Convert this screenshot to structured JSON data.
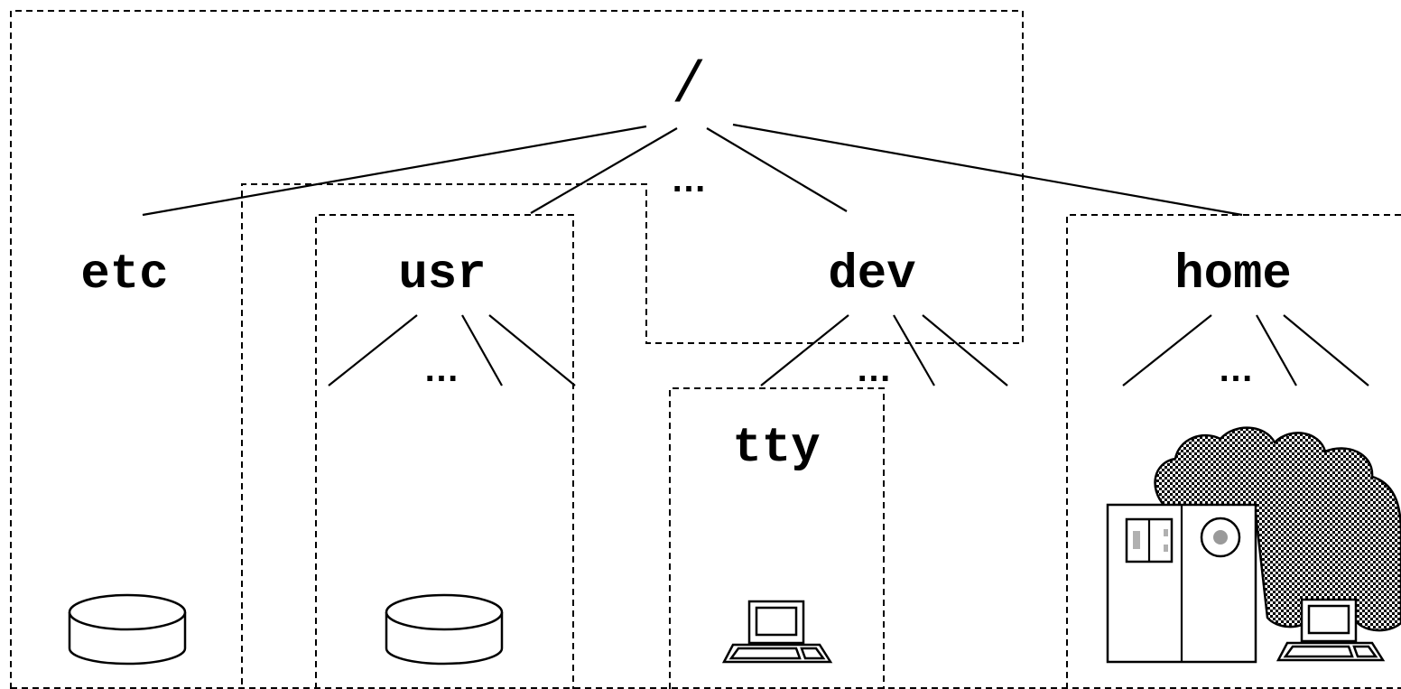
{
  "tree": {
    "root": "/",
    "root_ellipsis": "…",
    "nodes": {
      "etc": "etc",
      "usr": "usr",
      "dev": "dev",
      "home": "home",
      "tty": "tty"
    },
    "child_ellipsis": "…"
  },
  "icons": {
    "etc": "disk-icon",
    "usr": "disk-icon",
    "tty": "computer-terminal-icon",
    "home": "network-server-cloud-icon"
  },
  "colors": {
    "stroke": "#000000",
    "background": "#ffffff",
    "server_lens": "#9a9a9a"
  }
}
